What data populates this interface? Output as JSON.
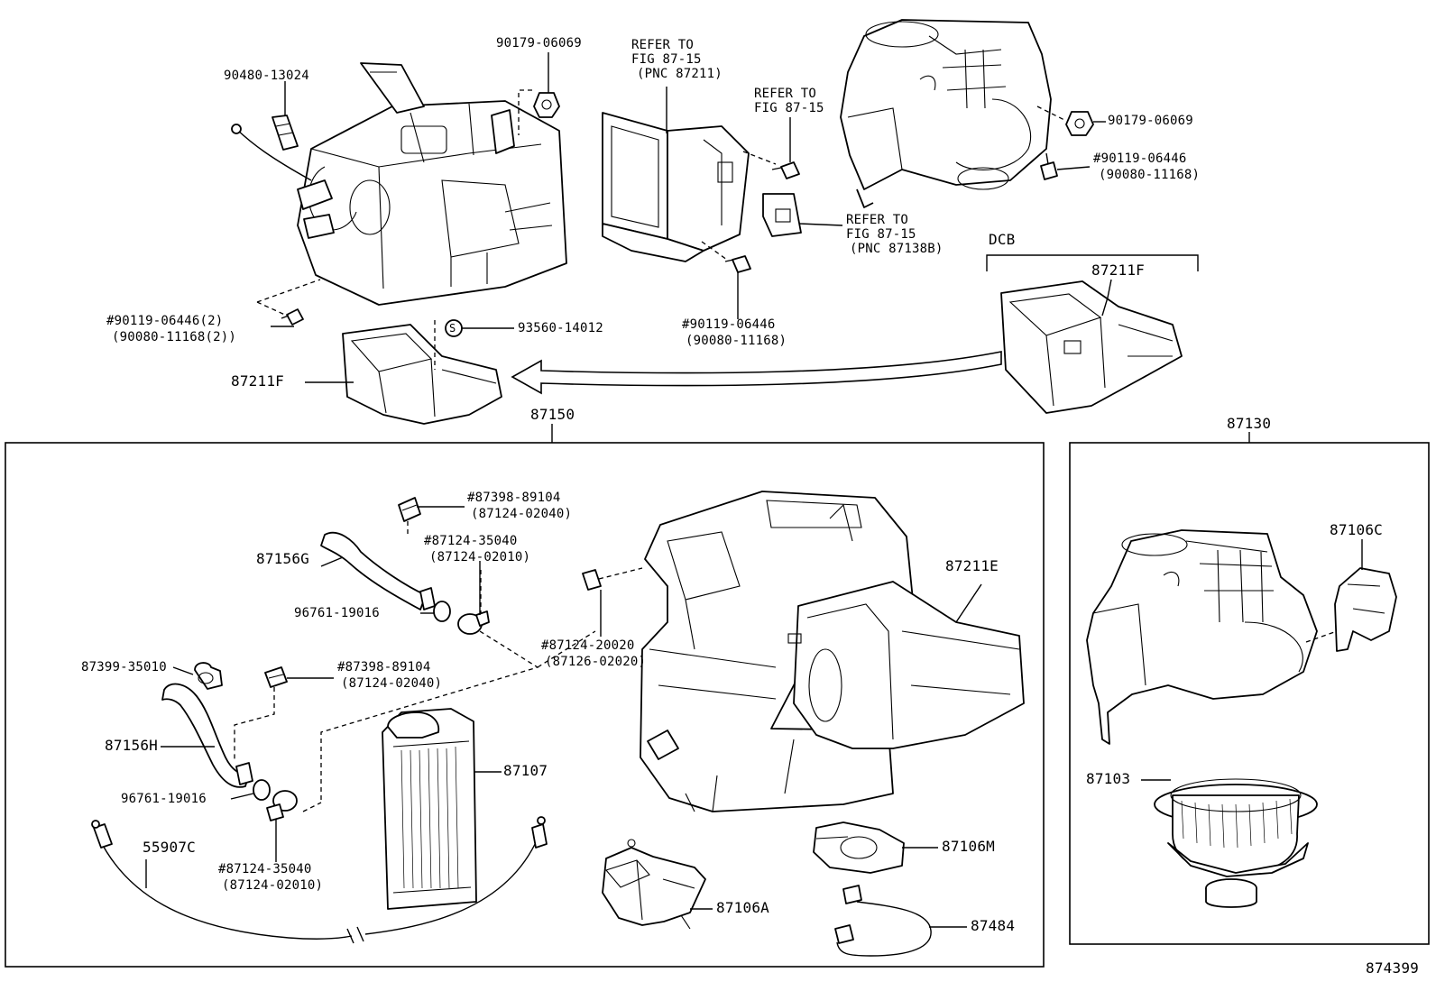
{
  "labels": {
    "p_90480_13024": "90480-13024",
    "p_90179_06069_a": "90179-06069",
    "refer_top_1": "REFER TO",
    "refer_top_2": "FIG 87-15",
    "refer_top_3": "(PNC 87211)",
    "refer_mid_1": "REFER TO",
    "refer_mid_2": "FIG 87-15",
    "p_90179_06069_b": "90179-06069",
    "p_90119_06446_r": "#90119-06446",
    "p_90080_11168_r": "(90080-11168)",
    "refer_low_1": "REFER TO",
    "refer_low_2": "FIG 87-15",
    "refer_low_3": "(PNC 87138B)",
    "dcb": "DCB",
    "p_87211f_r": "87211F",
    "p_90119_06446_2": "#90119-06446(2)",
    "p_90080_11168_2": "(90080-11168(2))",
    "p_93560_14012": "93560-14012",
    "s_mark": "S",
    "p_90119_06446_c": "#90119-06446",
    "p_90080_11168_c": "(90080-11168)",
    "p_87211f_l": "87211F",
    "p_87150": "87150",
    "p_87130": "87130",
    "p_87398_89104_a": "#87398-89104",
    "p_87124_02040_a": "(87124-02040)",
    "p_87124_35040_a": "#87124-35040",
    "p_87124_02010_a": "(87124-02010)",
    "p_87156g": "87156G",
    "p_96761_19016_a": "96761-19016",
    "p_87124_20020": "#87124-20020",
    "p_87126_02020": "(87126-02020)",
    "p_87211e": "87211E",
    "p_87399_35010": "87399-35010",
    "p_87398_89104_b": "#87398-89104",
    "p_87124_02040_b": "(87124-02040)",
    "p_87156h": "87156H",
    "p_96761_19016_b": "96761-19016",
    "p_87107": "87107",
    "p_87124_35040_b": "#87124-35040",
    "p_87124_02010_b": "(87124-02010)",
    "p_55907c": "55907C",
    "p_87106m": "87106M",
    "p_87106a": "87106A",
    "p_87484": "87484",
    "p_87106c": "87106C",
    "p_87103": "87103",
    "fig_no": "874399"
  }
}
